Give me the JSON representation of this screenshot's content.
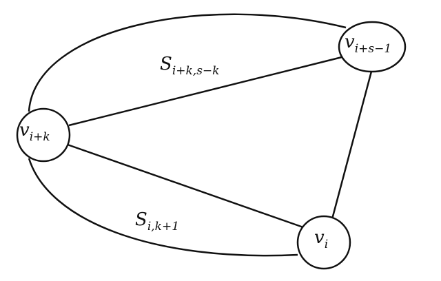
{
  "nodes": {
    "top": {
      "base": "v",
      "sub": "i+s−1"
    },
    "left": {
      "base": "v",
      "sub": "i+k"
    },
    "bottom": {
      "base": "v",
      "sub": "i"
    }
  },
  "edge_labels": {
    "upper": {
      "base": "S",
      "sub": "i+k,s−k"
    },
    "lower": {
      "base": "S",
      "sub": "i,k+1"
    }
  }
}
